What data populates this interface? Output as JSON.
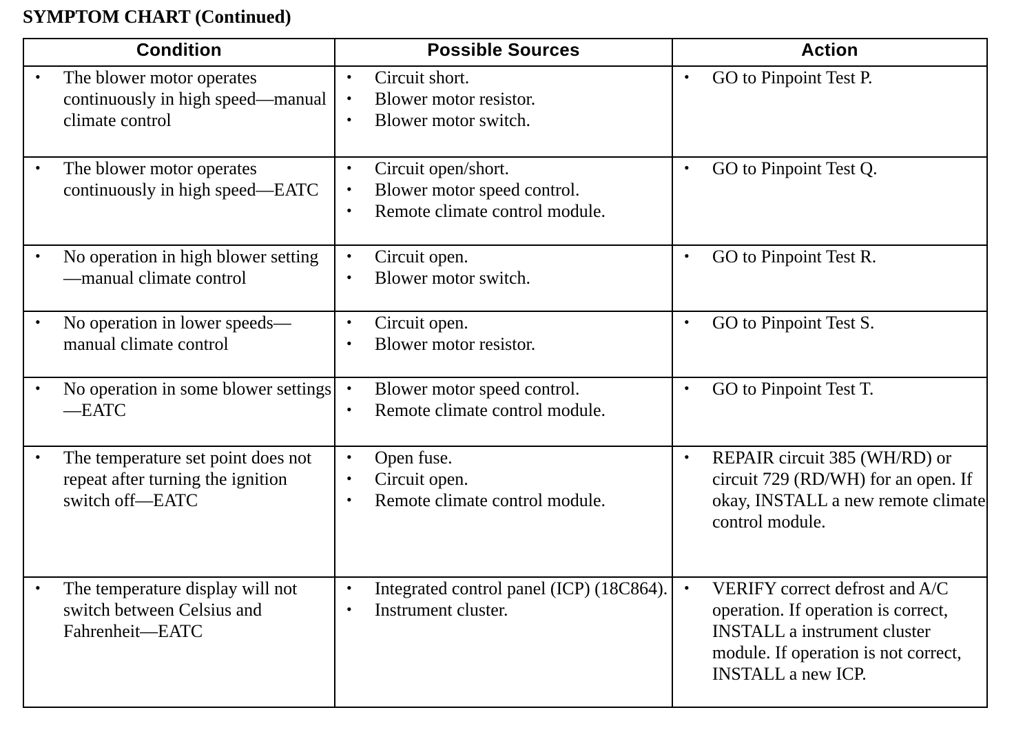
{
  "page": {
    "title": "SYMPTOM CHART (Continued)"
  },
  "table": {
    "headers": {
      "condition": "Condition",
      "sources": "Possible Sources",
      "action": "Action"
    },
    "rows": [
      {
        "condition": [
          "The blower motor operates continuously in high speed—manual climate control"
        ],
        "sources": [
          "Circuit short.",
          "Blower motor resistor.",
          "Blower motor switch."
        ],
        "action": [
          "GO to Pinpoint Test P."
        ]
      },
      {
        "condition": [
          "The blower motor operates continuously in high speed—EATC"
        ],
        "sources": [
          "Circuit open/short.",
          "Blower motor speed control.",
          "Remote climate control module."
        ],
        "action": [
          "GO to Pinpoint Test Q."
        ]
      },
      {
        "condition": [
          "No operation in high blower setting—manual climate control"
        ],
        "sources": [
          "Circuit open.",
          "Blower motor switch."
        ],
        "action": [
          "GO to Pinpoint Test R."
        ]
      },
      {
        "condition": [
          "No operation in lower speeds—manual climate control"
        ],
        "sources": [
          "Circuit open.",
          "Blower motor resistor."
        ],
        "action": [
          "GO to Pinpoint Test S."
        ]
      },
      {
        "condition": [
          "No operation in some blower settings—EATC"
        ],
        "sources": [
          "Blower motor speed control.",
          "Remote climate control module."
        ],
        "action": [
          "GO to Pinpoint Test T."
        ]
      },
      {
        "condition": [
          "The temperature set point does not repeat after turning the ignition switch off—EATC"
        ],
        "sources": [
          "Open fuse.",
          "Circuit open.",
          "Remote climate control module."
        ],
        "action": [
          "REPAIR circuit 385 (WH/RD) or circuit 729 (RD/WH) for an open. If okay, INSTALL a new remote climate control module."
        ]
      },
      {
        "condition": [
          "The temperature display will not switch between Celsius and Fahrenheit—EATC"
        ],
        "sources": [
          "Integrated control panel (ICP) (18C864).",
          "Instrument cluster."
        ],
        "action": [
          "VERIFY correct defrost and A/C operation. If operation is correct, INSTALL a instrument cluster module. If operation is not correct, INSTALL a new ICP."
        ]
      }
    ]
  },
  "colors": {
    "background": "#ffffff",
    "text": "#000000",
    "border": "#000000"
  }
}
